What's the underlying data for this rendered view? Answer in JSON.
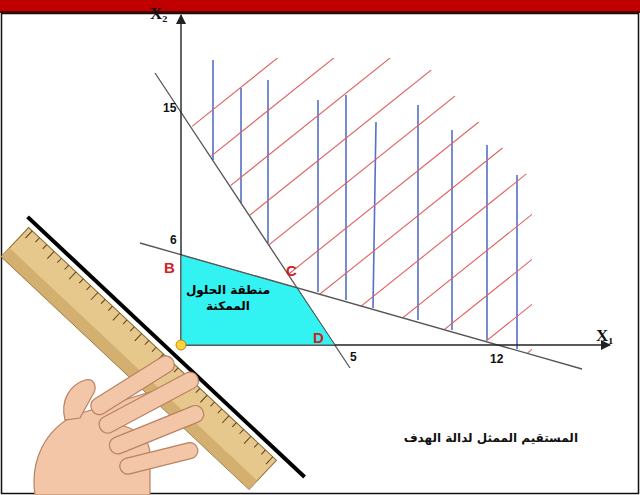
{
  "diagram": {
    "nodes": [
      {
        "text": [
          "منطقة الحلول الممكنة"
        ]
      }
    ],
    "labels": [
      "X₂",
      "15",
      "6",
      "B",
      "C",
      "D",
      "5",
      "12",
      "X₁",
      "المستقيم الممثل لدالة الهدف"
    ]
  }
}
